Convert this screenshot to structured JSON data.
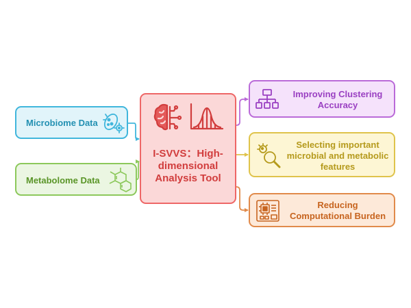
{
  "inputs": {
    "microbiome": {
      "label": "Microbiome Data",
      "icon": "microbe-icon",
      "color": "#40b6dc"
    },
    "metabolome": {
      "label": "Metabolome Data",
      "icon": "molecule-icon",
      "color": "#8cc85b"
    }
  },
  "center": {
    "label": "I-SVVS：High-dimensional Analysis Tool",
    "icons": [
      "brain-icon",
      "distribution-curve-icon"
    ],
    "color": "#ee6666"
  },
  "outputs": {
    "clustering": {
      "label": "Improving Clustering Accuracy",
      "icon": "hierarchy-icon",
      "color": "#ba6ad8"
    },
    "features": {
      "label": "Selecting important microbial and metabolic features",
      "icon": "magnify-microbe-icon",
      "color": "#dfc34a"
    },
    "computation": {
      "label": "Reducing Computational Burden",
      "icon": "chip-icon",
      "color": "#e18a4a"
    }
  }
}
